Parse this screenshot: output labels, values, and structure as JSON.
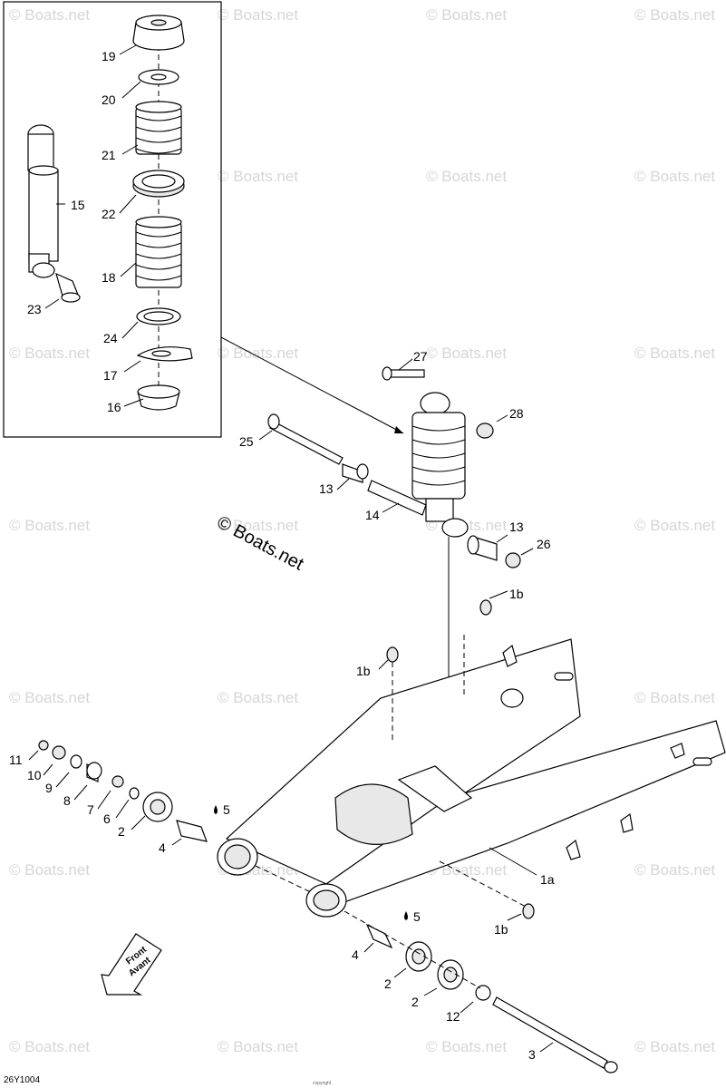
{
  "watermark": "© Boats.net",
  "center_watermark": "© Boats.net",
  "labels": {
    "p19": "19",
    "p20": "20",
    "p21": "21",
    "p22": "22",
    "p18": "18",
    "p24": "24",
    "p17": "17",
    "p16": "16",
    "p15": "15",
    "p23": "23",
    "p27": "27",
    "p28": "28",
    "p25": "25",
    "p13a": "13",
    "p14": "14",
    "p13b": "13",
    "p26": "26",
    "p1b_top": "1b",
    "p1b_left": "1b",
    "p1b_bottom": "1b",
    "p1a": "1a",
    "p11": "11",
    "p10": "10",
    "p9": "9",
    "p8": "8",
    "p7": "7",
    "p6": "6",
    "p2a": "2",
    "p4a": "4",
    "p5a": "5",
    "p5b": "5",
    "p4b": "4",
    "p2b": "2",
    "p2c": "2",
    "p12": "12",
    "p3": "3"
  },
  "front_arrow": {
    "line1": "Front",
    "line2": "Avant"
  },
  "drawing_code": "26Y1004",
  "footer_note": "copyright"
}
